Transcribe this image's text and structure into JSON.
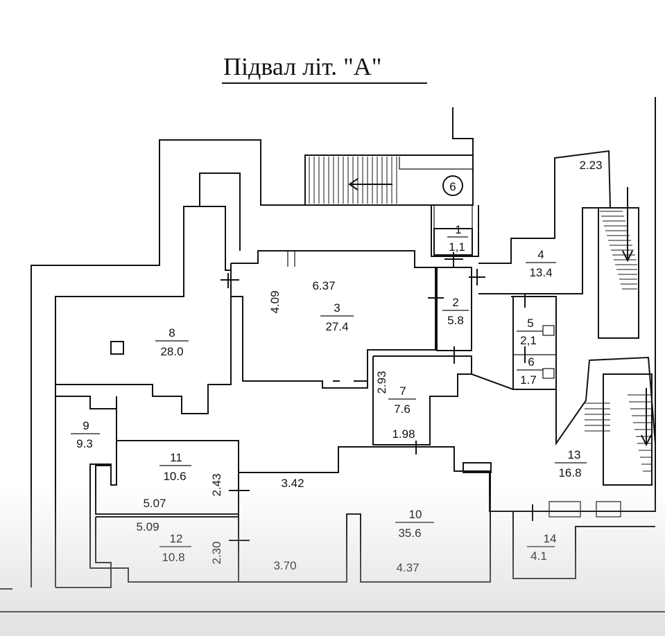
{
  "title": "Підвал  літ. \"А\"",
  "marker": "6",
  "rooms": [
    {
      "num": "1",
      "area": "1,1"
    },
    {
      "num": "2",
      "area": "5.8"
    },
    {
      "num": "3",
      "area": "27.4"
    },
    {
      "num": "4",
      "area": "13.4"
    },
    {
      "num": "5",
      "area": "2,1"
    },
    {
      "num": "6",
      "area": "1.7"
    },
    {
      "num": "7",
      "area": "7.6"
    },
    {
      "num": "8",
      "area": "28.0"
    },
    {
      "num": "9",
      "area": "9.3"
    },
    {
      "num": "10",
      "area": "35.6"
    },
    {
      "num": "11",
      "area": "10.6"
    },
    {
      "num": "12",
      "area": "10.8"
    },
    {
      "num": "13",
      "area": "16.8"
    },
    {
      "num": "14",
      "area": "4.1"
    }
  ],
  "dimensions": {
    "d_637": "6.37",
    "d_409": "4.09",
    "d_293": "2.93",
    "d_198": "1.98",
    "d_223": "2.23",
    "d_243": "2.43",
    "d_342": "3.42",
    "d_507": "5.07",
    "d_509": "5.09",
    "d_230": "2.30",
    "d_370": "3.70",
    "d_437": "4.37"
  }
}
